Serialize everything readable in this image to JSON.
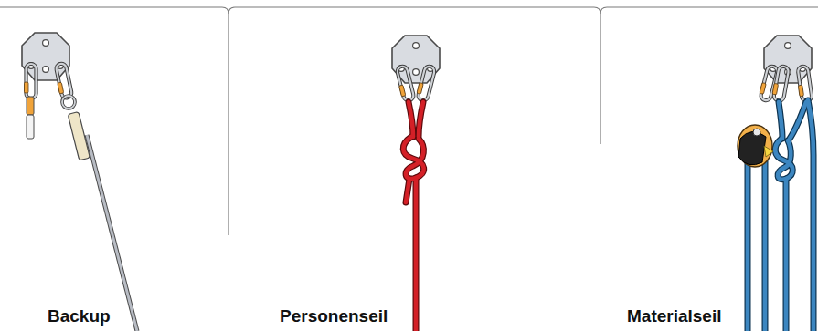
{
  "diagram": {
    "labels": [
      "Backup",
      "Personenseil",
      "Materialseil"
    ]
  }
}
